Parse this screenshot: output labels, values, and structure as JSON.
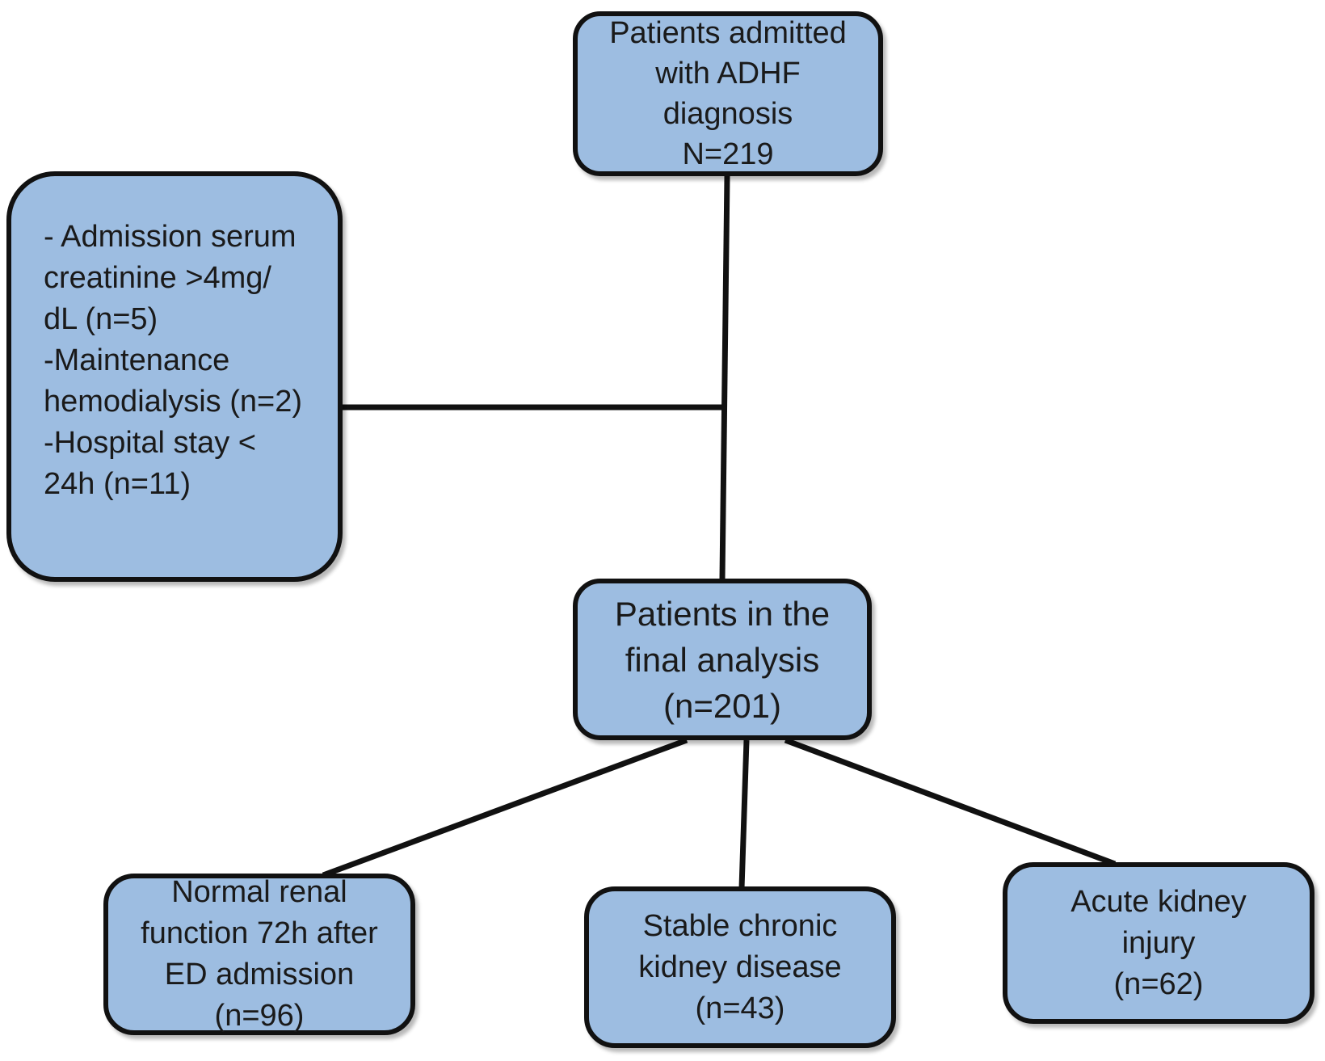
{
  "top_box": {
    "lines": [
      "Patients admitted",
      "with ADHF",
      "diagnosis",
      "N=219"
    ]
  },
  "exclusion_box": {
    "lines": [
      "- Admission serum",
      "creatinine >4mg/",
      "dL (n=5)",
      "-Maintenance",
      "hemodialysis (n=2)",
      "-Hospital stay <",
      "24h (n=11)"
    ]
  },
  "final_box": {
    "lines": [
      "Patients in the",
      "final analysis",
      "(n=201)"
    ]
  },
  "outcome_boxes": [
    {
      "lines": [
        "Normal renal",
        "function 72h after",
        "ED admission",
        "(n=96)"
      ]
    },
    {
      "lines": [
        "Stable chronic",
        "kidney disease",
        "(n=43)"
      ]
    },
    {
      "lines": [
        "Acute kidney",
        "injury",
        "(n=62)"
      ]
    }
  ],
  "colors": {
    "box_fill": "#9dbde1",
    "border": "#111111",
    "connector": "#111111"
  }
}
